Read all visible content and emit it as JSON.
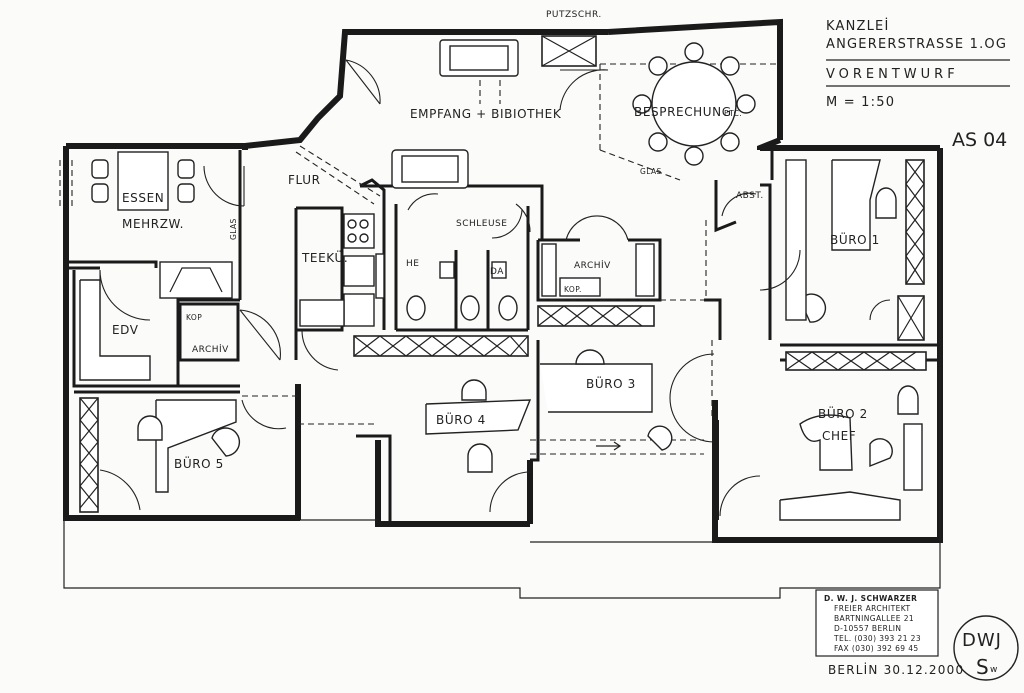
{
  "header": {
    "project_line1": "KANZLEİ",
    "project_line2": "ANGERERSTRASSE 1.OG",
    "phase": "VORENTWURF",
    "scale": "M = 1:50",
    "sheet": "AS 04"
  },
  "rooms": {
    "empfang": "EMPFANG + BIBIOTHEK",
    "besprechung": "BESPRECHUNG",
    "besprechung_suffix": "ETC.",
    "putzschr": "PUTZSCHR.",
    "glas_top": "GLAS",
    "glas_left": "GLAS",
    "essen_line1": "ESSEN",
    "essen_line2": "MEHRZW.",
    "flur": "FLUR",
    "teekue": "TEEKÜ.",
    "schleuse": "SCHLEUSE",
    "he": "HE",
    "da": "DA",
    "archiv_center": "ARCHİV",
    "kop_center": "KOP.",
    "abst": "ABST.",
    "buero1": "BÜRO 1",
    "edv": "EDV",
    "kop_left": "KOP",
    "archiv_left": "ARCHİV",
    "buero3": "BÜRO 3",
    "buero4": "BÜRO 4",
    "buero5": "BÜRO 5",
    "buero2": "BÜRO 2",
    "chef": "CHEF"
  },
  "stamp": {
    "name": "D. W. J. SCHWARZER",
    "title": "FREIER ARCHITEKT",
    "street": "BARTNINGALLEE 21",
    "city": "D-10557 BERLIN",
    "tel": "TEL. (030) 393 21 23",
    "fax": "FAX (030) 392 69 45"
  },
  "seal": {
    "line1": "DWJ",
    "line2": "S",
    "line2_suffix": "w"
  },
  "footer": {
    "place_date": "BERLİN 30.12.2000"
  }
}
